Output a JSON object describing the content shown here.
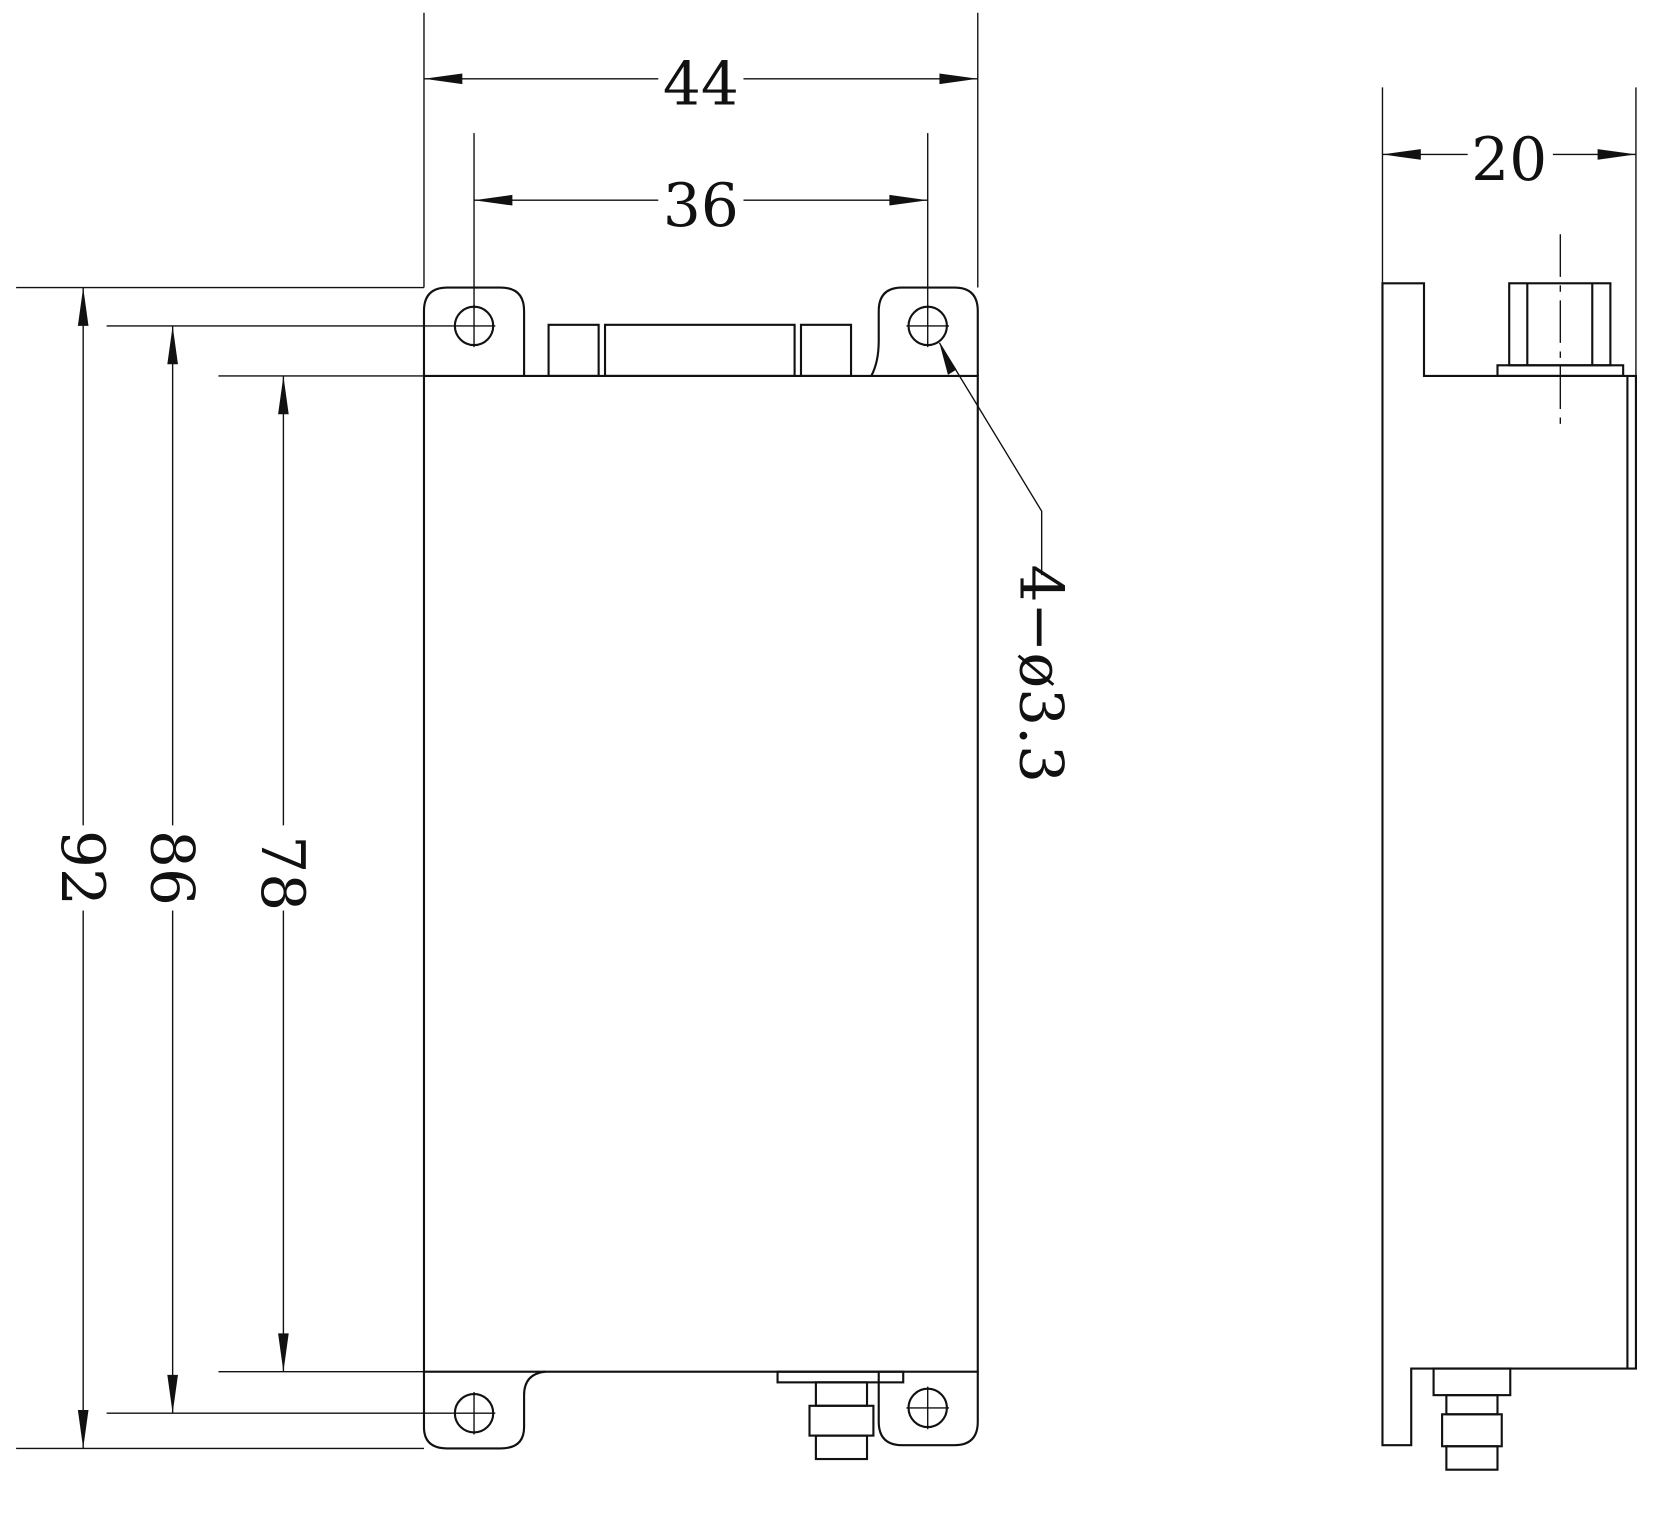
{
  "drawing": {
    "front_view": {
      "width_overall": "44",
      "hole_spacing_horizontal": "36",
      "height_overall": "92",
      "hole_spacing_vertical": "86",
      "body_height": "78",
      "hole_callout": "4−ø3.3"
    },
    "side_view": {
      "depth": "20"
    },
    "line_color": "#111111"
  }
}
